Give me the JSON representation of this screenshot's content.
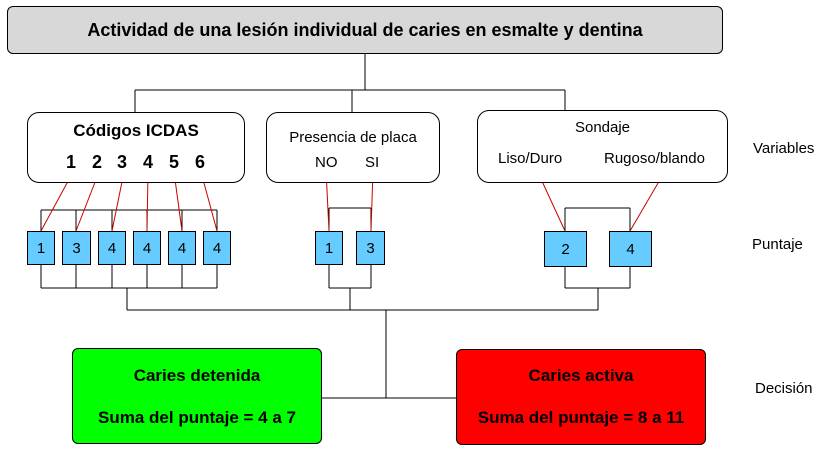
{
  "title": "Actividad de una lesión individual de caries  en esmalte y dentina",
  "icdas": {
    "heading": "Códigos ICDAS",
    "codes": [
      "1",
      "2",
      "3",
      "4",
      "5",
      "6"
    ],
    "scores": [
      "1",
      "3",
      "4",
      "4",
      "4",
      "4"
    ]
  },
  "placa": {
    "heading": "Presencia de placa",
    "options": [
      "NO",
      "SI"
    ],
    "scores": [
      "1",
      "3"
    ]
  },
  "sondaje": {
    "heading": "Sondaje",
    "options": [
      "Liso/Duro",
      "Rugoso/blando"
    ],
    "scores": [
      "2",
      "4"
    ]
  },
  "side_labels": {
    "variables": "Variables",
    "puntaje": "Puntaje",
    "decision": "Decisión"
  },
  "decisions": {
    "detenida": {
      "label": "Caries detenida",
      "sum": "Suma del puntaje = 4 a 7",
      "color": "#00ff00"
    },
    "activa": {
      "label": "Caries  activa",
      "sum": "Suma del puntaje = 8 a 11",
      "color": "#ff0000"
    }
  },
  "colors": {
    "score_fill": "#66ccff",
    "title_fill": "#d8d8d8",
    "connector": "#000000",
    "pointer": "#cc0000"
  }
}
